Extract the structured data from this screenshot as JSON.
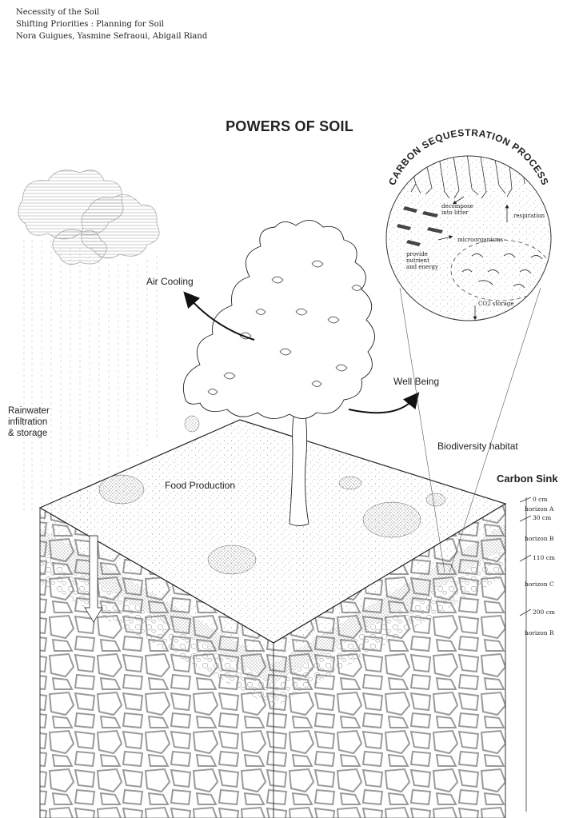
{
  "credits": {
    "line1": "Necessity of the Soil",
    "line2": "Shifting Priorities : Planning for Soil",
    "line3": "Nora Guigues, Yasmine Sefraoui, Abigail Riand"
  },
  "title": "POWERS OF SOIL",
  "labels": {
    "air_cooling": "Air Cooling",
    "well_being": "Well Being",
    "rainwater_1": "Rainwater",
    "rainwater_2": "infiltration",
    "rainwater_3": "& storage",
    "biodiversity": "Biodiversity habitat",
    "food": "Food Production"
  },
  "carbon_process": {
    "title": "CARBON SEQUESTRATION PROCESS",
    "decompose_1": "decompose",
    "decompose_2": "into litter",
    "respiration": "respiration",
    "microorganisms": "microorganisms",
    "provide_1": "provide",
    "provide_2": "nutrient",
    "provide_3": "and energy",
    "co2": "CO2 storage"
  },
  "carbon_sink": {
    "title": "Carbon Sink",
    "scale": [
      {
        "name": "0cm",
        "label": "0 cm"
      },
      {
        "name": "horizon-a",
        "label": "horizon A"
      },
      {
        "name": "30cm",
        "label": "30 cm"
      },
      {
        "name": "horizon-b",
        "label": "horizon B"
      },
      {
        "name": "110cm",
        "label": "110 cm"
      },
      {
        "name": "horizon-c",
        "label": "horizon C"
      },
      {
        "name": "200cm",
        "label": "200 cm"
      },
      {
        "name": "horizon-r",
        "label": "horizon R"
      }
    ]
  }
}
